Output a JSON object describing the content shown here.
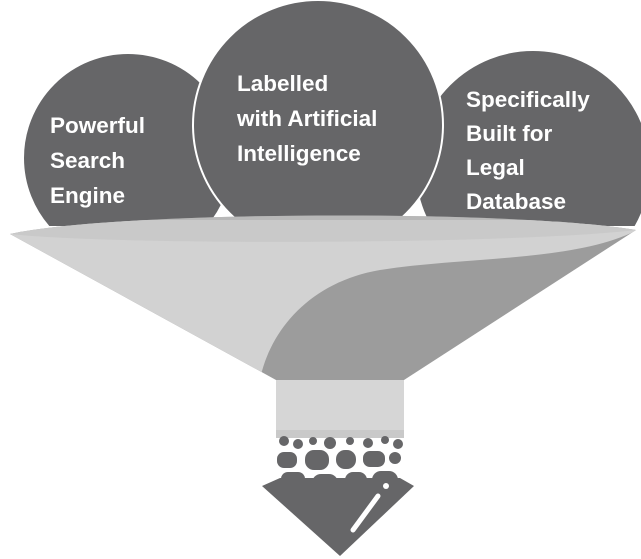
{
  "funnel": {
    "inputs": [
      {
        "lines": [
          "Powerful",
          "Search",
          "Engine"
        ]
      },
      {
        "lines": [
          "Labelled",
          "with Artificial",
          "Intelligence"
        ]
      },
      {
        "lines": [
          "Specifically",
          "Built for",
          "Legal",
          "Database"
        ]
      }
    ]
  },
  "colors": {
    "circle": "#666668",
    "circle_outline": "#ffffff",
    "funnel_dark": "#9c9c9c",
    "funnel_light": "#d2d2d2",
    "stem": "#d6d6d6",
    "arrow": "#666668",
    "label": "#ffffff"
  }
}
